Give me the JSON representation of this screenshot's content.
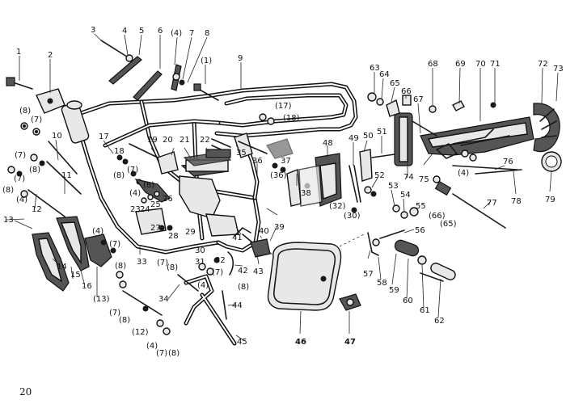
{
  "page_number": "20",
  "labels": {
    "l1": "1",
    "l2": "2",
    "l3": "3",
    "l4": "4",
    "l5": "5",
    "l6": "6",
    "l4b": "(4)",
    "l7": "7",
    "l8": "8",
    "l1b": "(1)",
    "l9": "9",
    "l63": "63",
    "l64": "64",
    "l65": "65",
    "l66": "66",
    "l67": "67",
    "l68": "68",
    "l69": "69",
    "l70": "70",
    "l71": "71",
    "l72": "72",
    "l73": "73",
    "l8a": "(8)",
    "l7a": "(7)",
    "l10": "10",
    "l17a": "(17)",
    "l18a": "(18)",
    "l17": "17",
    "l18": "18",
    "l19": "19",
    "l20": "20",
    "l21": "21",
    "l22": "22",
    "l8c": "(8)",
    "l7c": "(7)",
    "l4c": "(4)",
    "l8d": "(8)",
    "l7d": "(7)",
    "l11": "11",
    "l35": "35",
    "l36": "36",
    "l37": "37",
    "l36b": "(36)",
    "l48": "48",
    "l49": "49",
    "l50": "50",
    "l51": "51",
    "l52": "52",
    "l74": "74",
    "l75": "75",
    "l76": "76",
    "l4e": "(4)",
    "l78": "78",
    "l79": "79",
    "l7e": "(7)",
    "l8e": "(8)",
    "l4f": "(4)",
    "l8f": "(8)",
    "l12": "12",
    "l26": "26",
    "l23": "23",
    "l24": "24",
    "l25": "25",
    "l38": "38",
    "l32b": "(32)",
    "l30b": "(30)",
    "l53": "53",
    "l54": "54",
    "l55": "55",
    "l66b": "(66)",
    "l65b": "(65)",
    "l77": "77",
    "l13": "13",
    "l27": "27",
    "l28": "28",
    "l29": "29",
    "l39": "39",
    "l40": "40",
    "l56": "56",
    "l4g": "(4)",
    "l7g": "(7)",
    "l8g": "(8)",
    "l41": "41",
    "l30": "30",
    "l31": "31",
    "l32": "32",
    "l7h": "(7)",
    "l8h": "(8)",
    "l7i": "(7)",
    "l4h": "(4)",
    "l8i": "(8)",
    "l14": "14",
    "l15": "15",
    "l16": "16",
    "l13b": "(13)",
    "l33": "33",
    "l34": "34",
    "l42": "42",
    "l43": "43",
    "l57": "57",
    "l58": "58",
    "l59": "59",
    "l60": "60",
    "l61": "61",
    "l62": "62",
    "l7j": "(7)",
    "l8j": "(8)",
    "l12b": "(12)",
    "l44": "44",
    "l4i": "(4)",
    "l7k": "(7)",
    "l8k": "(8)",
    "l45": "45",
    "l46": "46",
    "l47": "47"
  }
}
